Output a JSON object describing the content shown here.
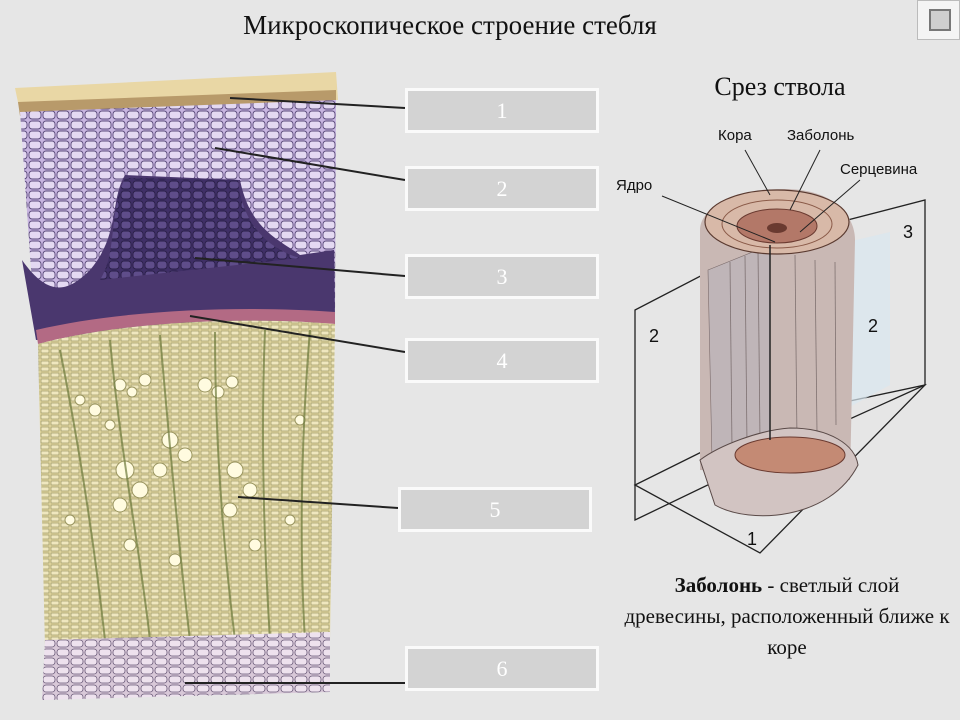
{
  "title": "Микроскопическое строение  стебля",
  "stem_labels": [
    "1",
    "2",
    "3",
    "4",
    "5",
    "6"
  ],
  "trunk": {
    "heading": "Срез ствола",
    "parts": {
      "bark": "Кора",
      "sapwood": "Заболонь",
      "pith": "Серцевина",
      "core": "Ядро"
    },
    "planes": [
      "1",
      "2",
      "2",
      "3"
    ]
  },
  "description": {
    "term": "Заболонь",
    "text": " - светлый слой древесины, расположенный ближе к коре"
  }
}
